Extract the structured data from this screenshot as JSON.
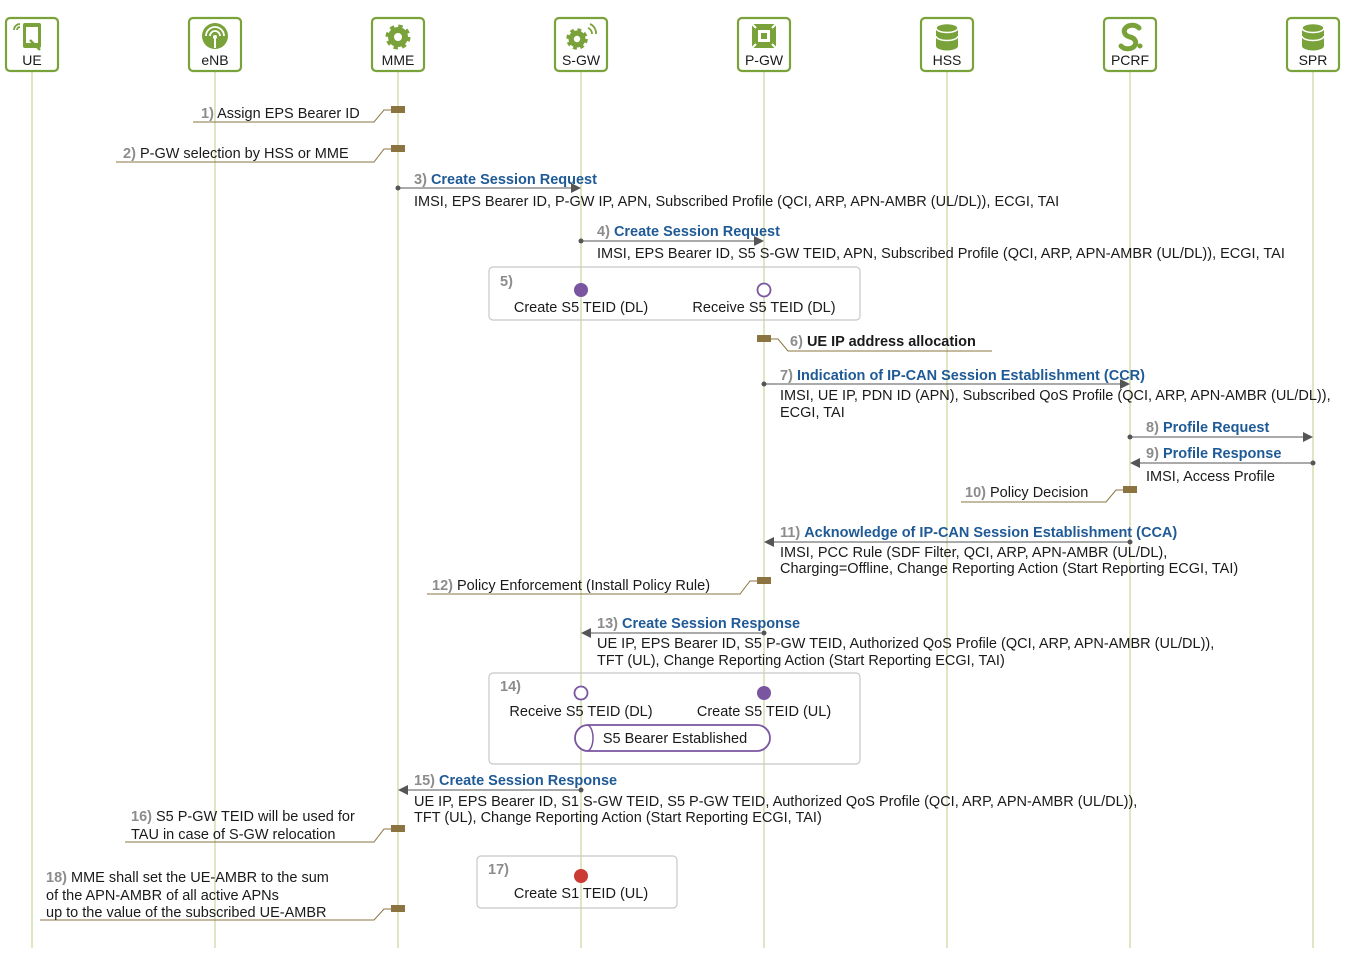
{
  "entities": [
    {
      "id": "ue",
      "name": "UE",
      "icon": "phone-icon"
    },
    {
      "id": "enb",
      "name": "eNB",
      "icon": "antenna-icon"
    },
    {
      "id": "mme",
      "name": "MME",
      "icon": "gear-icon"
    },
    {
      "id": "sgw",
      "name": "S-GW",
      "icon": "gear-signal-icon"
    },
    {
      "id": "pgw",
      "name": "P-GW",
      "icon": "router-icon"
    },
    {
      "id": "hss",
      "name": "HSS",
      "icon": "database-icon"
    },
    {
      "id": "pcrf",
      "name": "PCRF",
      "icon": "pcrf-s-icon"
    },
    {
      "id": "spr",
      "name": "SPR",
      "icon": "database-icon"
    }
  ],
  "steps": {
    "s1": {
      "num": "1)",
      "text": "Assign EPS Bearer ID"
    },
    "s2": {
      "num": "2)",
      "text": "P-GW selection by HSS or MME"
    },
    "s3": {
      "num": "3)",
      "title": "Create Session Request",
      "detail": [
        "IMSI, EPS Bearer ID, P-GW IP, APN, Subscribed Profile (QCI, ARP, APN-AMBR (UL/DL)), ECGI, TAI"
      ]
    },
    "s4": {
      "num": "4)",
      "title": "Create Session Request",
      "detail": [
        "IMSI, EPS Bearer ID, S5 S-GW TEID, APN, Subscribed Profile (QCI, ARP, APN-AMBR (UL/DL)), ECGI, TAI"
      ]
    },
    "s5": {
      "num": "5)",
      "left": "Create S5 TEID (DL)",
      "right": "Receive S5 TEID (DL)"
    },
    "s6": {
      "num": "6)",
      "text": "UE IP address allocation"
    },
    "s7": {
      "num": "7)",
      "title": "Indication of IP-CAN Session Establishment (CCR)",
      "detail": [
        "IMSI, UE IP, PDN ID (APN), Subscribed QoS Profile (QCI, ARP, APN-AMBR (UL/DL)),",
        "ECGI, TAI"
      ]
    },
    "s8": {
      "num": "8)",
      "title": "Profile Request"
    },
    "s9": {
      "num": "9)",
      "title": "Profile Response",
      "detail": [
        "IMSI, Access Profile"
      ]
    },
    "s10": {
      "num": "10)",
      "text": "Policy Decision"
    },
    "s11": {
      "num": "11)",
      "title": "Acknowledge of IP-CAN Session Establishment (CCA)",
      "detail": [
        "IMSI, PCC Rule (SDF Filter, QCI, ARP, APN-AMBR (UL/DL),",
        "Charging=Offline, Change Reporting Action (Start Reporting ECGI, TAI)"
      ]
    },
    "s12": {
      "num": "12)",
      "text": "Policy Enforcement (Install Policy Rule)"
    },
    "s13": {
      "num": "13)",
      "title": "Create Session Response",
      "detail": [
        "UE IP, EPS Bearer ID, S5 P-GW TEID, Authorized QoS Profile (QCI, ARP, APN-AMBR (UL/DL)),",
        "TFT (UL), Change Reporting Action (Start Reporting ECGI, TAI)"
      ]
    },
    "s14": {
      "num": "14)",
      "left": "Receive S5 TEID (DL)",
      "right": "Create S5 TEID (UL)",
      "bearer": "S5 Bearer Established"
    },
    "s15": {
      "num": "15)",
      "title": "Create Session Response",
      "detail": [
        "UE IP, EPS Bearer ID, S1 S-GW TEID, S5 P-GW TEID, Authorized QoS Profile (QCI, ARP, APN-AMBR (UL/DL)),",
        "TFT (UL), Change Reporting Action (Start Reporting ECGI, TAI)"
      ]
    },
    "s16": {
      "num": "16)",
      "lines": [
        "S5 P-GW TEID will be used for",
        "TAU in case of S-GW relocation"
      ]
    },
    "s17": {
      "num": "17)",
      "text": "Create S1 TEID (UL)"
    },
    "s18": {
      "num": "18)",
      "lines": [
        "MME shall set the UE-AMBR to the sum",
        "of the APN-AMBR of all active APNs",
        "up to the value of the subscribed UE-AMBR"
      ]
    }
  },
  "colors": {
    "entity_green": "#7aa23a",
    "lifeline": "#c8d79a",
    "process_mark": "#8b7440",
    "message_blue": "#1f5a96",
    "step_number_gray": "#8c8c8c",
    "arrow_gray": "#555555",
    "teid_purple": "#7a55a0",
    "teid_red": "#cc3b33",
    "box_border": "#c8c8c8"
  }
}
